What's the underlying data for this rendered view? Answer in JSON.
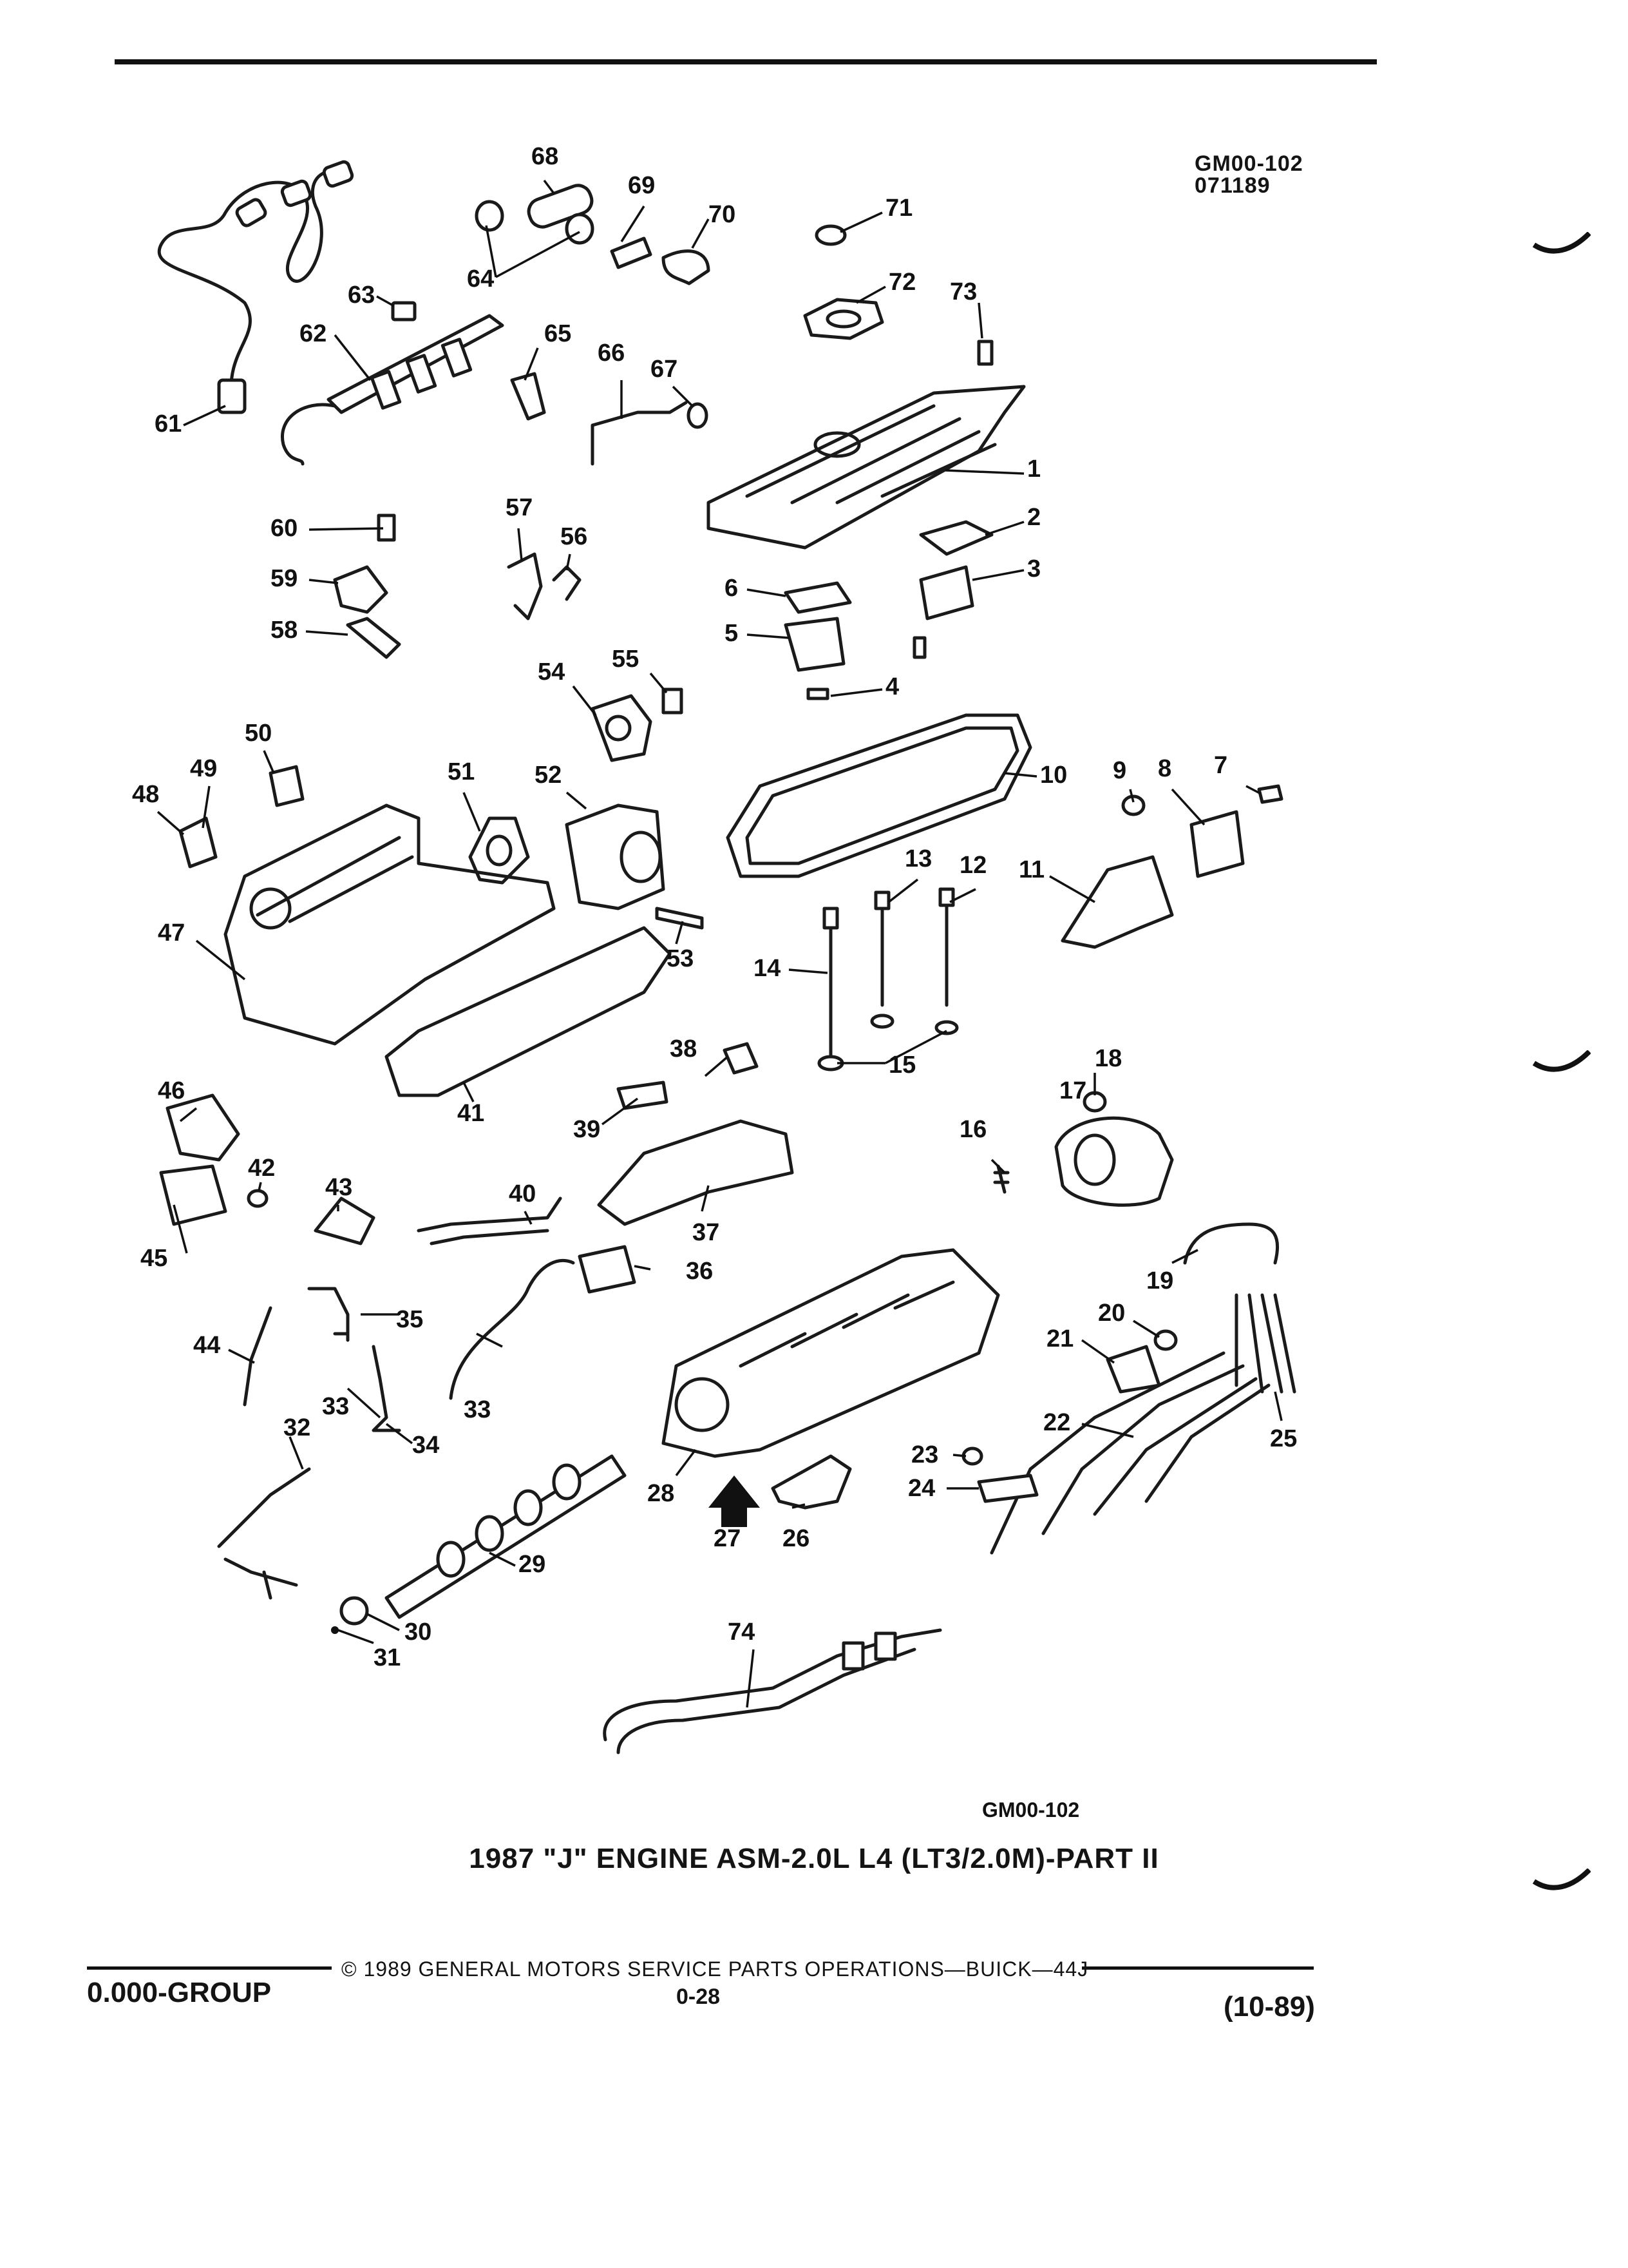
{
  "header": {
    "ref_code": "GM00-102",
    "ref_date": "071189"
  },
  "diagram": {
    "callouts": [
      "1",
      "2",
      "3",
      "4",
      "5",
      "6",
      "7",
      "8",
      "9",
      "10",
      "11",
      "12",
      "13",
      "14",
      "15",
      "16",
      "17",
      "18",
      "19",
      "20",
      "21",
      "22",
      "23",
      "24",
      "25",
      "26",
      "27",
      "28",
      "29",
      "30",
      "31",
      "32",
      "33",
      "34",
      "35",
      "36",
      "37",
      "38",
      "39",
      "40",
      "41",
      "42",
      "43",
      "44",
      "45",
      "46",
      "47",
      "48",
      "49",
      "50",
      "51",
      "52",
      "53",
      "54",
      "55",
      "56",
      "57",
      "58",
      "59",
      "60",
      "61",
      "62",
      "63",
      "64",
      "65",
      "66",
      "67",
      "68",
      "69",
      "70",
      "71",
      "72",
      "73",
      "74"
    ],
    "duplicate_callouts": [
      "15",
      "33",
      "64"
    ],
    "figure_code": "GM00-102",
    "caption": "1987 \"J\" ENGINE ASM-2.0L L4 (LT3/2.0M)-PART II",
    "icon": "arrow-up-icon"
  },
  "footer": {
    "group": "0.000-GROUP",
    "copyright": "© 1989 GENERAL MOTORS SERVICE PARTS OPERATIONS—BUICK—44J",
    "page": "0-28",
    "revision": "(10-89)"
  }
}
